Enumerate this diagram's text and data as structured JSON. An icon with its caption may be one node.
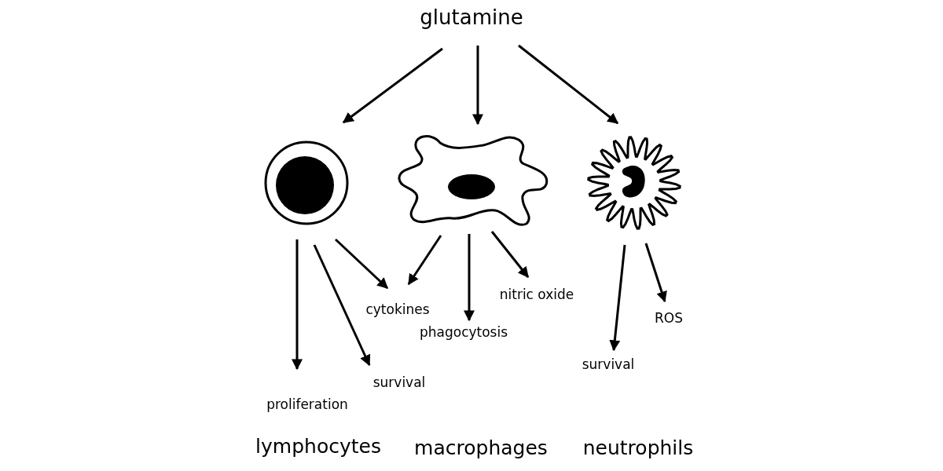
{
  "diagram": {
    "nodes": [
      {
        "text": [
          "glutamine"
        ]
      },
      {
        "text": [],
        "shape": "picture"
      },
      {
        "text": [],
        "shape": "picture"
      },
      {
        "text": [],
        "shape": "picture"
      },
      {
        "text": [
          "proliferation"
        ]
      },
      {
        "text": [
          "survival"
        ]
      },
      {
        "text": [
          "cytokines"
        ]
      },
      {
        "text": [
          "phagocytosis"
        ]
      },
      {
        "text": [
          "nitric oxide"
        ]
      },
      {
        "text": [
          "survival"
        ]
      },
      {
        "text": [
          "ROS"
        ]
      }
    ],
    "edges": [
      {
        "from": 0,
        "to": 1,
        "arrow": "to"
      },
      {
        "from": 0,
        "to": 2,
        "arrow": "to"
      },
      {
        "from": 0,
        "to": 3,
        "arrow": "to"
      },
      {
        "from": 1,
        "to": 4,
        "arrow": "to"
      },
      {
        "from": 1,
        "to": 5,
        "arrow": "to"
      },
      {
        "from": 1,
        "to": 6,
        "arrow": "to"
      },
      {
        "from": 2,
        "to": 6,
        "arrow": "to"
      },
      {
        "from": 2,
        "to": 7,
        "arrow": "to"
      },
      {
        "from": 2,
        "to": 8,
        "arrow": "to"
      },
      {
        "from": 3,
        "to": 9,
        "arrow": "to"
      },
      {
        "from": 3,
        "to": 10,
        "arrow": "to"
      }
    ],
    "labels": [
      "lymphocytes",
      "macrophages",
      "neutrophils"
    ]
  }
}
